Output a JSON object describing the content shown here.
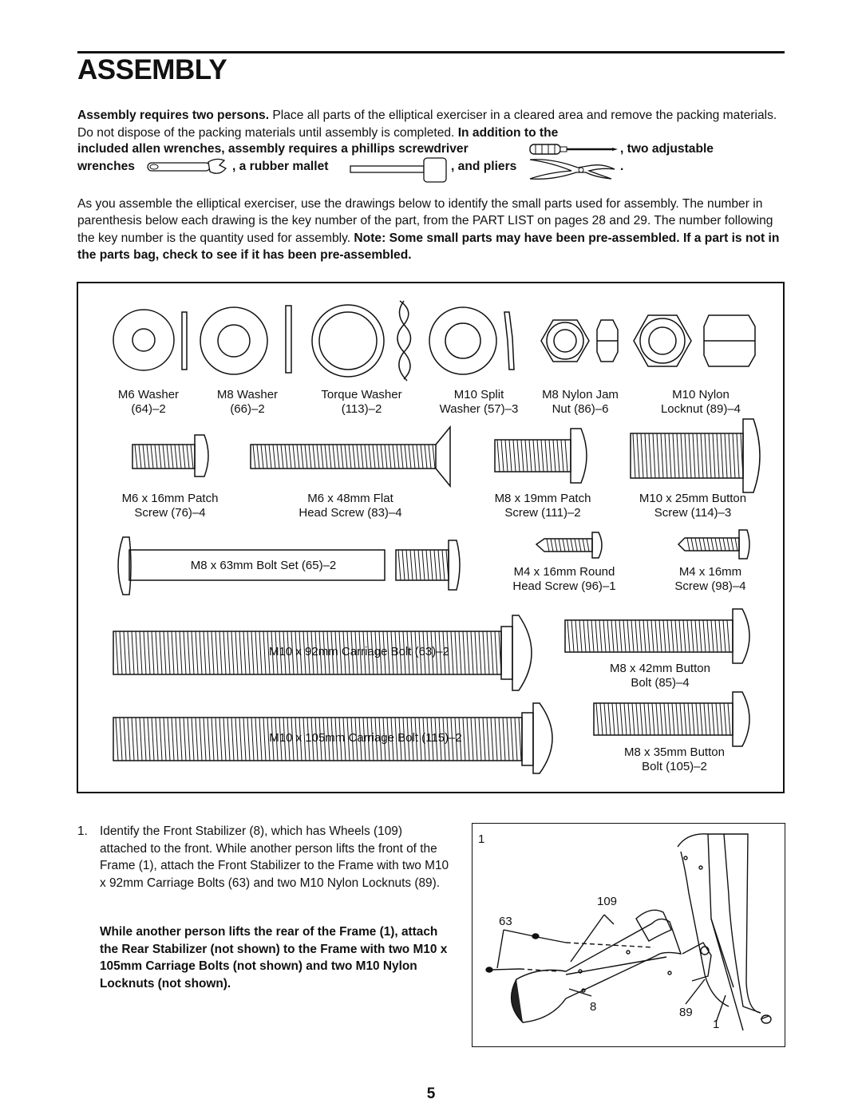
{
  "heading": "ASSEMBLY",
  "intro": {
    "bold_lead": "Assembly requires two persons.",
    "text_a": " Place all parts of the elliptical exerciser in a cleared area and remove the packing materials. Do not dispose of the packing materials until assembly is completed. ",
    "bold_b": "In addition to the",
    "tools_line1": "included allen wrenches, assembly requires a phillips screwdriver",
    "tools_line1_end": ", two adjustable",
    "wrenches": "wrenches",
    "rubber_mallet": ", a rubber mallet",
    "pliers": ", and pliers",
    "period": "."
  },
  "para2": {
    "text": "As you assemble the elliptical exerciser, use the drawings below to identify the small parts used for assembly. The number in parenthesis below each drawing is the key number of the part, from the PART LIST on pages 28 and 29. The number following the key number is the quantity used for assembly. ",
    "bold": "Note: Some small parts may have been pre-assembled. If a part is not in the parts bag, check to see if it has been pre-assembled."
  },
  "parts": {
    "m6_washer": [
      "M6 Washer",
      "(64)–2"
    ],
    "m8_washer": [
      "M8 Washer",
      "(66)–2"
    ],
    "torque_washer": [
      "Torque Washer",
      "(113)–2"
    ],
    "m10_split": [
      "M10 Split",
      "Washer (57)–3"
    ],
    "m8_nylon_jam": [
      "M8 Nylon Jam",
      "Nut (86)–6"
    ],
    "m10_nylon": [
      "M10 Nylon",
      "Locknut (89)–4"
    ],
    "m6x16": [
      "M6 x 16mm Patch",
      "Screw (76)–4"
    ],
    "m6x48": [
      "M6 x 48mm Flat",
      "Head Screw (83)–4"
    ],
    "m8x19": [
      "M8 x 19mm Patch",
      "Screw (111)–2"
    ],
    "m10x25": [
      "M10 x 25mm Button",
      "Screw (114)–3"
    ],
    "m8x63": "M8 x 63mm Bolt Set (65)–2",
    "m4x16_round": [
      "M4 x 16mm Round",
      "Head Screw (96)–1"
    ],
    "m4x16": [
      "M4 x 16mm",
      "Screw (98)–4"
    ],
    "m10x92": "M10 x 92mm Carriage Bolt (63)–2",
    "m8x42": [
      "M8 x 42mm Button",
      "Bolt (85)–4"
    ],
    "m10x105": "M10 x 105mm Carriage Bolt (115)–2",
    "m8x35": [
      "M8 x 35mm Button",
      "Bolt (105)–2"
    ]
  },
  "step1": {
    "number": "1.",
    "text": "Identify the Front Stabilizer (8), which has Wheels (109) attached to the front. While another person lifts the front of the Frame (1), attach the Front Stabilizer to the Frame with two M10 x 92mm Carriage Bolts (63) and two M10 Nylon Locknuts (89).",
    "bold": "While another person lifts the rear of the Frame (1), attach the Rear Stabilizer (not shown) to the Frame with two M10 x 105mm Carriage Bolts (not shown) and two M10 Nylon Locknuts (not shown).",
    "figure_labels": {
      "step": "1",
      "wheels": "109",
      "bolts": "63",
      "stabilizer": "8",
      "locknuts": "89",
      "frame": "1"
    }
  },
  "page_number": "5"
}
